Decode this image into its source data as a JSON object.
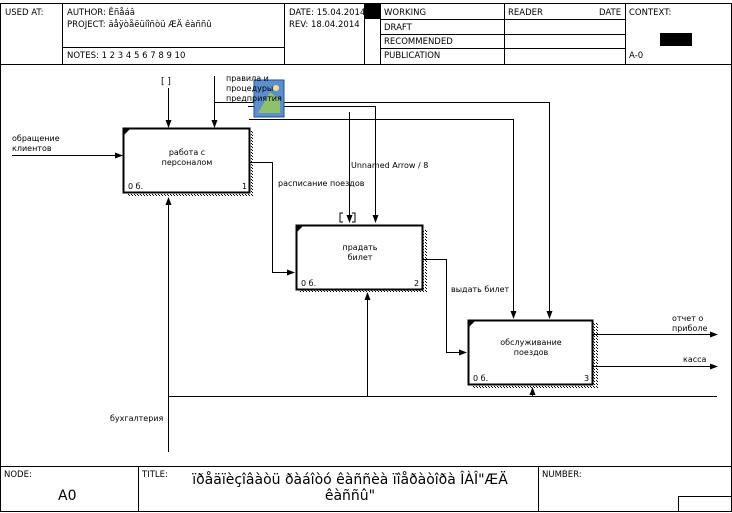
{
  "header": {
    "used_at": "USED AT:",
    "author": "AUTHOR:  Êñåáâ",
    "project": "PROJECT:  äåÿòåëüíîñòü  ÆÄ êàññû",
    "notes": "NOTES:  1  2  3  4  5  6  7  8  9  10",
    "date": "DATE: 15.04.2014",
    "rev": "REV:   18.04.2014",
    "status": [
      "WORKING",
      "DRAFT",
      "RECOMMENDED",
      "PUBLICATION"
    ],
    "reader": "READER",
    "date_col": "DATE",
    "context": "CONTEXT:",
    "node_ref": "A-0"
  },
  "diagram": {
    "boxes": [
      {
        "label": "работа с\nперсоналом",
        "cost": "0 б.",
        "num": "1"
      },
      {
        "label": "прадать\nбилет",
        "cost": "0 б.",
        "num": "2"
      },
      {
        "label": "обслуживание\nпоездов",
        "cost": "0 б.",
        "num": "3"
      }
    ],
    "arrows": {
      "input_clients": "обращение\nклиентов",
      "rules": "правила и\nпроцедуры\nпредприятия",
      "schedule": "расписание поездов",
      "unnamed": "Unnamed Arrow / 8",
      "give_ticket": "выдать билет",
      "report": "отчет о\nприболе",
      "kassa": "касса",
      "accounting": "бухгалтерия",
      "tunnel": "[ ]"
    }
  },
  "footer": {
    "node_label": "NODE:",
    "node_value": "A0",
    "title_label": "TITLE:",
    "title_value": "ïðåäïèçîâàòü ðàáîòó êàññèà ïîåðàòîðà ÎÀÎ\"ÆÄ\nêàññû\"",
    "number_label": "NUMBER:"
  }
}
